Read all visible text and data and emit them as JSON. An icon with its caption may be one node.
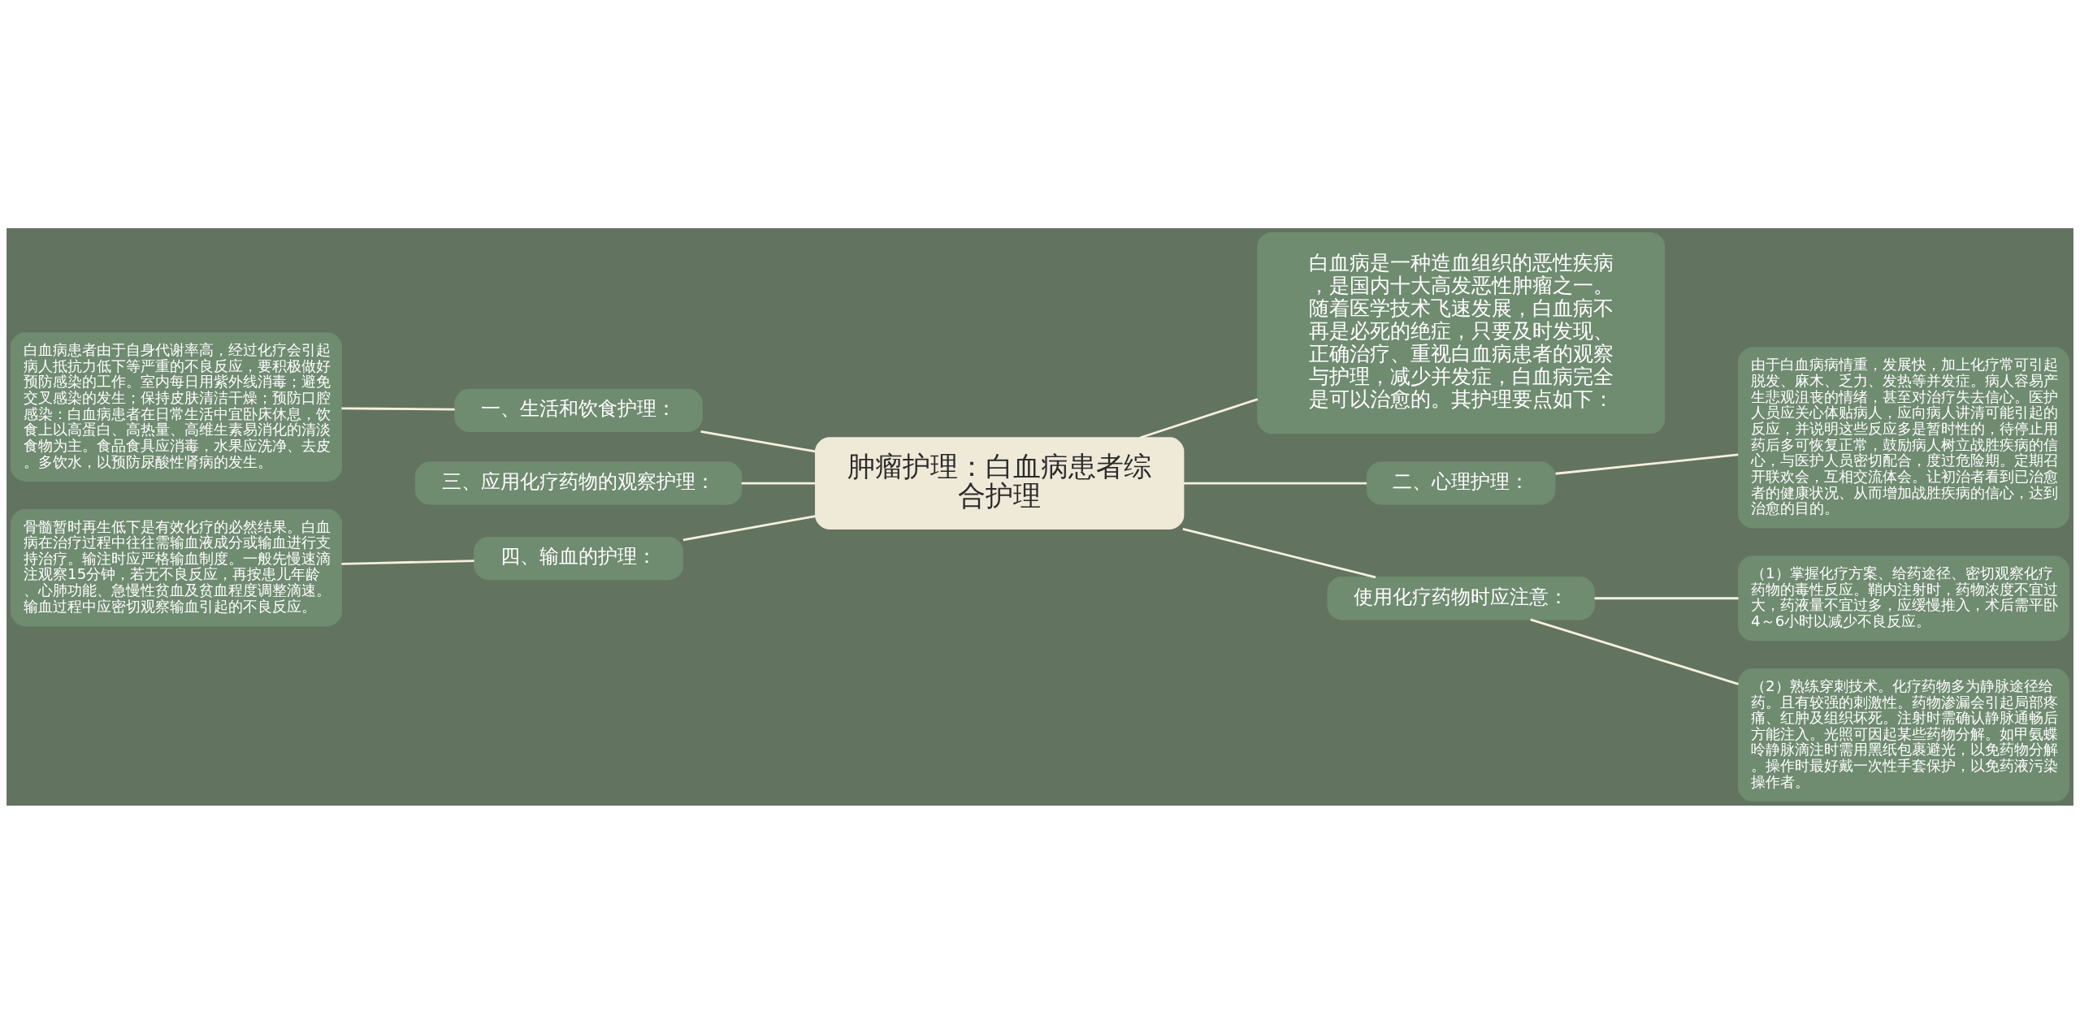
{
  "diagram": {
    "nodes": [
      {
        "text": [
          "肿瘤护理：白血病患者综合护理"
        ]
      },
      {
        "text": [
          "白血病是一种造血组织的恶性疾病，是国内十大高发恶性肿瘤之一。随着医学技术飞速发展，白血病不再是必死的绝症，只要及时发现、正确治疗、重视白血病患者的观察与护理，减少并发症，白血病完全是可以治愈的。其护理要点如下："
        ]
      },
      {
        "text": [
          "一、生活和饮食护理："
        ]
      },
      {
        "text": [
          "白血病患者由于自身代谢率高，经过化疗会引起病人抵抗力低下等严重的不良反应，要积极做好预防感染的工作。室内每日用紫外线消毒；避免交叉感染的发生；保持皮肤清洁干燥；预防口腔感染：白血病患者在日常生活中宜卧床休息，饮食上以高蛋白、高热量、高维生素易消化的清淡食物为主。食品食具应消毒，水果应洗净、去皮。多饮水，以预防尿酸性肾病的发生。"
        ]
      },
      {
        "text": [
          "二、心理护理："
        ]
      },
      {
        "text": [
          "由于白血病病情重，发展快，加上化疗常可引起脱发、麻木、乏力、发热等并发症。病人容易产生悲观沮丧的情绪，甚至对治疗失去信心。医护人员应关心体贴病人，应向病人讲清可能引起的反应，并说明这些反应多是暂时性的，待停止用药后多可恢复正常，鼓励病人树立战胜疾病的信心，与医护人员密切配合，度过危险期。定期召开联欢会，互相交流体会。让初治者看到已治愈者的健康状况、从而增加战胜疾病的信心，达到治愈的目的。"
        ]
      },
      {
        "text": [
          "三、应用化疗药物的观察护理："
        ]
      },
      {
        "text": [
          "四、输血的护理："
        ]
      },
      {
        "text": [
          "骨髓暂时再生低下是有效化疗的必然结果。白血病在治疗过程中往往需输血液成分或输血进行支持治疗。输注时应严格输血制度。一般先慢速滴注观察15分钟，若无不良反应，再按患儿年龄、心肺功能、急慢性贫血及贫血程度调整滴速。输血过程中应密切观察输血引起的不良反应。"
        ]
      },
      {
        "text": [
          "使用化疗药物时应注意："
        ]
      },
      {
        "text": [
          "（1）掌握化疗方案、给药途径、密切观察化疗药物的毒性反应。鞘内注射时，药物浓度不宜过大，药液量不宜过多，应缓慢推入，术后需平卧4～6小时以减少不良反应。"
        ]
      },
      {
        "text": [
          "（2）熟练穿刺技术。化疗药物多为静脉途径给药。且有较强的刺激性。药物渗漏会引起局部疼痛、红肿及组织坏死。注射时需确认静脉通畅后方能注入。光照可因起某些药物分解。如甲氨蝶呤静脉滴注时需用黑纸包裹避光，以免药物分解。操作时最好戴一次性手套保护，以免药液污染操作者。"
        ]
      }
    ],
    "edges": [
      {
        "from": 0,
        "to": 1,
        "arrow": "none"
      },
      {
        "from": 0,
        "to": 2,
        "arrow": "none"
      },
      {
        "from": 2,
        "to": 3,
        "arrow": "none"
      },
      {
        "from": 0,
        "to": 4,
        "arrow": "none"
      },
      {
        "from": 4,
        "to": 5,
        "arrow": "none"
      },
      {
        "from": 0,
        "to": 6,
        "arrow": "none"
      },
      {
        "from": 0,
        "to": 7,
        "arrow": "none"
      },
      {
        "from": 7,
        "to": 8,
        "arrow": "none"
      },
      {
        "from": 0,
        "to": 9,
        "arrow": "none"
      },
      {
        "from": 9,
        "to": 10,
        "arrow": "none"
      },
      {
        "from": 9,
        "to": 11,
        "arrow": "none"
      }
    ]
  }
}
